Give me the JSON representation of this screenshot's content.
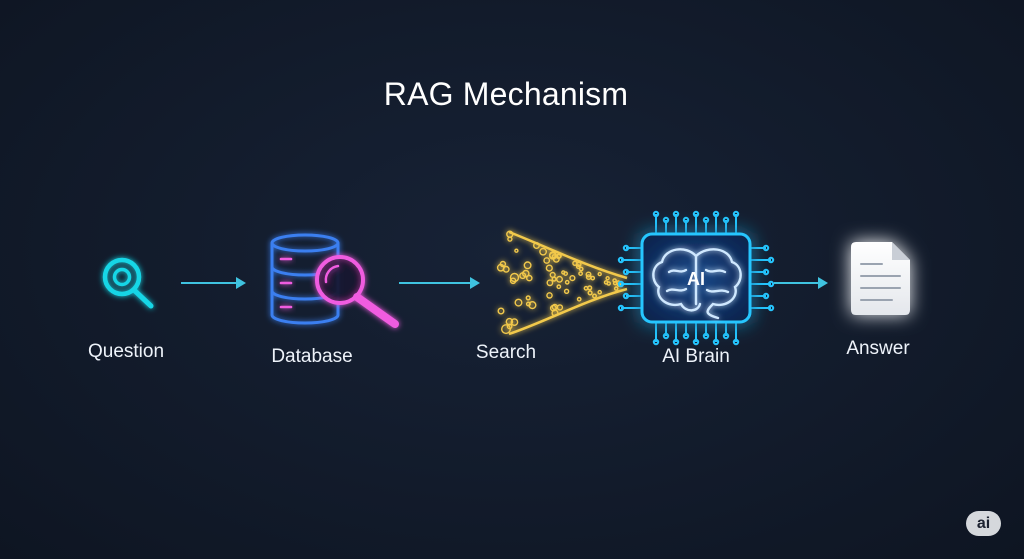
{
  "title": "RAG Mechanism",
  "steps": [
    {
      "label": "Question",
      "icon": "magnifier-icon"
    },
    {
      "label": "Database",
      "icon": "database-search-icon"
    },
    {
      "label": "Search",
      "icon": "search-funnel-icon"
    },
    {
      "label": "AI Brain",
      "icon": "ai-brain-chip-icon",
      "icon_text": "AI"
    },
    {
      "label": "Answer",
      "icon": "document-icon"
    }
  ],
  "badge": "ai",
  "colors": {
    "background": "#121b2b",
    "cyan": "#19d6e6",
    "arrow": "#3fc3e0",
    "blue": "#3b7ff0",
    "pink": "#f05be0",
    "gold": "#f2c94c",
    "chip": "#26c6ff",
    "brain": "#cfe8ff",
    "document": "#f4f5f7"
  }
}
